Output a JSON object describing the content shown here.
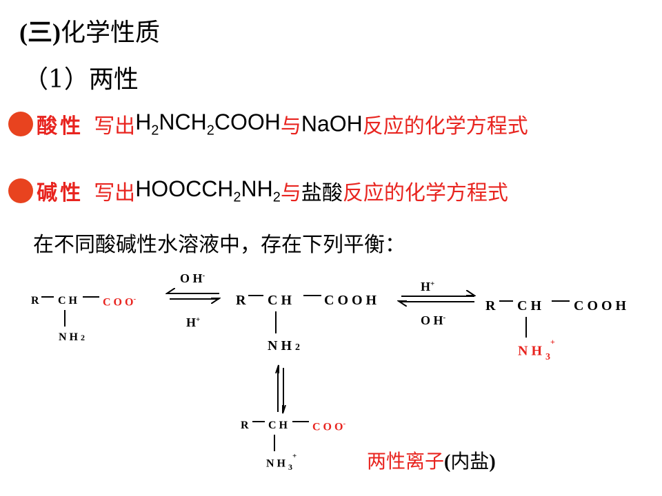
{
  "heading": {
    "prefix": "(三)",
    "title": "化学性质"
  },
  "subheading": "（1）两性",
  "colors": {
    "accent_red": "#e8241f",
    "bullet": "#e8431f"
  },
  "acidic": {
    "label": "酸性",
    "write": "写出",
    "f1": "H",
    "f1s": "2",
    "f2": "NCH",
    "f2s": "2",
    "f3": "COOH",
    "with": "与",
    "reagent": "NaOH",
    "tail": "反应的化学方程式"
  },
  "basic": {
    "label": "碱性",
    "write": "写出",
    "f1": "HOOCCH",
    "f1s": "2",
    "f2": "NH",
    "f2s": "2",
    "with": "与",
    "reagent": "盐酸",
    "tail": "反应的化学方程式"
  },
  "intro": "在不同酸碱性水溶液中，存在下列平衡：",
  "left_mol": {
    "r": "R",
    "ch": "C H",
    "group": "C O O",
    "charge": "-",
    "nh": "N H",
    "nh_sub": "2"
  },
  "arrow1": {
    "top": "O H",
    "top_charge": "-",
    "bottom": "H",
    "bottom_charge": "+"
  },
  "center_mol": {
    "r": "R",
    "ch": "C H",
    "group": "C O O H",
    "nh": "N H",
    "nh_sub": "2"
  },
  "arrow2": {
    "top": "H",
    "top_charge": "+",
    "bottom": "O H",
    "bottom_charge": "-"
  },
  "right_mol": {
    "r": "R",
    "ch": "C H",
    "group": "C O O H",
    "nh": "N H",
    "nh_sub": "3",
    "nh_charge": "+"
  },
  "bottom_mol": {
    "r": "R",
    "ch": "C H",
    "group": "C O O",
    "charge": "-",
    "nh": "N H",
    "nh_sub": "3",
    "nh_charge": "+"
  },
  "zwitterion_label": {
    "main": "两性离子",
    "paren_open": "(",
    "inner": "内盐",
    "paren_close": ")"
  }
}
